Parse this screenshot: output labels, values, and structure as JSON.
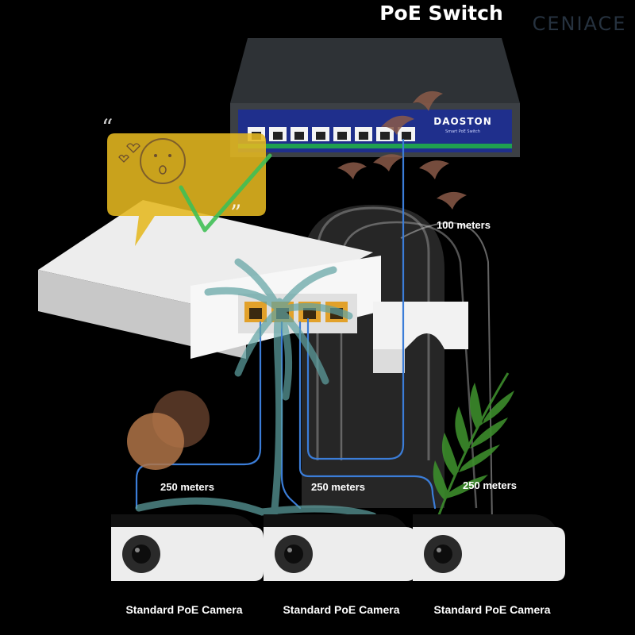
{
  "title": "PoE Switch",
  "brand_watermark": "CENIACE",
  "switch": {
    "logo": "DAOSTON",
    "subtitle": "Smart PoE Switch",
    "port_count": 8
  },
  "extender": {
    "port_count": 4
  },
  "distances": {
    "switch_to_extender": "100 meters",
    "camera_links": [
      "250 meters",
      "250 meters",
      "250 meters"
    ]
  },
  "cameras": [
    {
      "label": "Standard PoE Camera"
    },
    {
      "label": "Standard PoE Camera"
    },
    {
      "label": "Standard PoE Camera"
    }
  ],
  "overlay_stickers": [
    "speech-bubble-icon",
    "checkmark-icon",
    "birds-icon",
    "palm-tree-icon",
    "palm-leaf-icon",
    "sun-circles-icon",
    "arch-window-icon"
  ],
  "colors": {
    "background": "#000000",
    "switch_body": "#3c4045",
    "switch_panel": "#1f2f8c",
    "cable": "#3b7dd8",
    "bubble": "#e5b820",
    "check": "#3fbf55",
    "palm_teal": "#5fa3a3",
    "leaf_green": "#3c8c2c",
    "sun_brown": "#b07448",
    "bird_brown": "#8a5a48"
  }
}
